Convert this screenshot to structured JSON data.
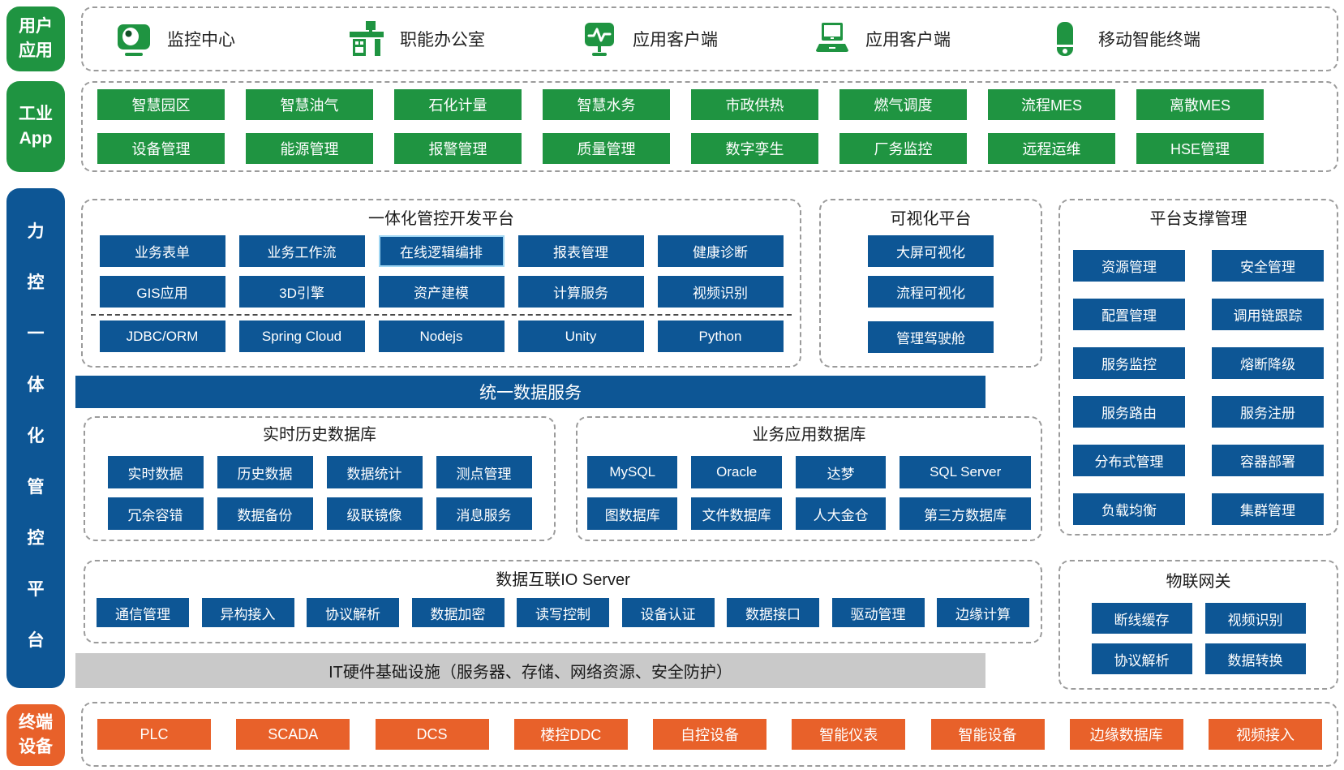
{
  "colors": {
    "green": "#1f9441",
    "blue": "#0d5695",
    "orange": "#e8612a",
    "dashed_border": "#9b9b9b",
    "gray_bar": "#c9c9c9",
    "highlight_border": "#9fd6f3"
  },
  "sidebar": {
    "user_label": "用户应用",
    "industry_label": "工业App",
    "platform_label": "力控一体化管控平台",
    "terminal_label": "终端设备"
  },
  "user_row": {
    "items": [
      {
        "icon": "monitor-camera-icon",
        "label": "监控中心"
      },
      {
        "icon": "office-desk-icon",
        "label": "职能办公室"
      },
      {
        "icon": "pulse-monitor-icon",
        "label": "应用客户端"
      },
      {
        "icon": "laptop-icon",
        "label": "应用客户端"
      },
      {
        "icon": "mobile-icon",
        "label": "移动智能终端"
      }
    ]
  },
  "industry_apps": {
    "row1": [
      "智慧园区",
      "智慧油气",
      "石化计量",
      "智慧水务",
      "市政供热",
      "燃气调度",
      "流程MES",
      "离散MES"
    ],
    "row2": [
      "设备管理",
      "能源管理",
      "报警管理",
      "质量管理",
      "数字孪生",
      "厂务监控",
      "远程运维",
      "HSE管理"
    ]
  },
  "dev_platform": {
    "title": "一体化管控开发平台",
    "row1": [
      "业务表单",
      "业务工作流",
      "在线逻辑编排",
      "报表管理",
      "健康诊断"
    ],
    "highlighted_item": "在线逻辑编排",
    "row2": [
      "GIS应用",
      "3D引擎",
      "资产建模",
      "计算服务",
      "视频识别"
    ],
    "row3": [
      "JDBC/ORM",
      "Spring Cloud",
      "Nodejs",
      "Unity",
      "Python"
    ]
  },
  "visual_platform": {
    "title": "可视化平台",
    "items": [
      "大屏可视化",
      "流程可视化",
      "管理驾驶舱"
    ]
  },
  "support": {
    "title": "平台支撑管理",
    "items": [
      "资源管理",
      "安全管理",
      "配置管理",
      "调用链跟踪",
      "服务监控",
      "熔断降级",
      "服务路由",
      "服务注册",
      "分布式管理",
      "容器部署",
      "负载均衡",
      "集群管理"
    ]
  },
  "unified_bar": {
    "label": "统一数据服务"
  },
  "rtdb": {
    "title": "实时历史数据库",
    "row1": [
      "实时数据",
      "历史数据",
      "数据统计",
      "测点管理"
    ],
    "row2": [
      "冗余容错",
      "数据备份",
      "级联镜像",
      "消息服务"
    ]
  },
  "bizdb": {
    "title": "业务应用数据库",
    "row1": [
      "MySQL",
      "Oracle",
      "达梦",
      "SQL Server"
    ],
    "row2": [
      "图数据库",
      "文件数据库",
      "人大金仓",
      "第三方数据库"
    ]
  },
  "io_server": {
    "title": "数据互联IO Server",
    "items": [
      "通信管理",
      "异构接入",
      "协议解析",
      "数据加密",
      "读写控制",
      "设备认证",
      "数据接口",
      "驱动管理",
      "边缘计算"
    ]
  },
  "gateway": {
    "title": "物联网关",
    "items": [
      "断线缓存",
      "视频识别",
      "协议解析",
      "数据转换"
    ]
  },
  "infra_bar": {
    "label": "IT硬件基础设施（服务器、存储、网络资源、安全防护）"
  },
  "terminal": {
    "items": [
      "PLC",
      "SCADA",
      "DCS",
      "楼控DDC",
      "自控设备",
      "智能仪表",
      "智能设备",
      "边缘数据库",
      "视频接入"
    ]
  }
}
